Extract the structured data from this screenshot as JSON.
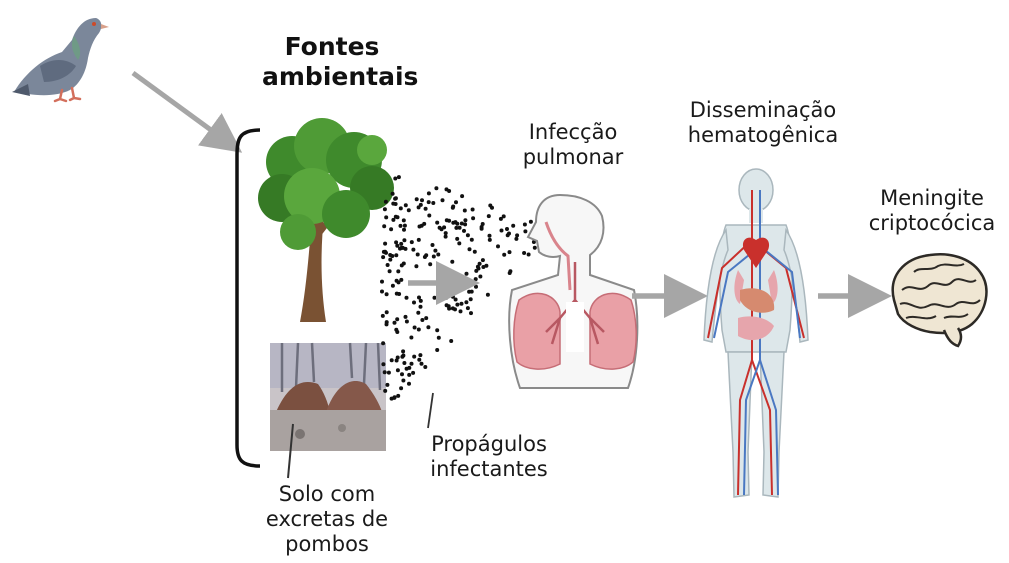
{
  "labels": {
    "sources": "Fontes\nambientais",
    "pulmonary": "Infecção\npulmonar",
    "hematogenous": "Disseminação\nhematogênica",
    "meningitis": "Meningite\ncriptocócica",
    "propagules": "Propágulos\ninfectantes",
    "soil": "Solo com\nexcretas de\npombos"
  },
  "colors": {
    "arrow": "#a6a6a6",
    "tree_foliage": "#3f8a2c",
    "tree_trunk": "#7a5233",
    "lung": "#e9a0a6",
    "artery": "#c9302c",
    "vein": "#4a78c2",
    "brain": "#efe6d3",
    "pigeon": "#7b879a"
  },
  "icons": [
    "pigeon-icon",
    "tree-icon",
    "soil-photo",
    "lungs-icon",
    "human-body-icon",
    "brain-icon",
    "spores-icon"
  ]
}
